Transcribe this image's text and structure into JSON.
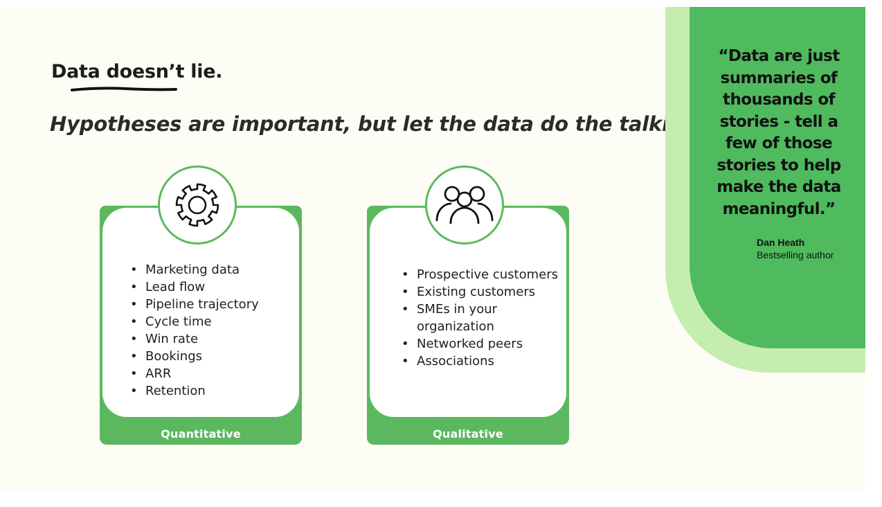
{
  "slide": {
    "title": "Data doesn’t lie.",
    "subtitle": "Hypotheses are important, but let the data do the talking"
  },
  "cards": [
    {
      "icon": "gear-icon",
      "items": [
        "Marketing data",
        "Lead flow",
        "Pipeline trajectory",
        "Cycle time",
        "Win rate",
        "Bookings",
        "ARR",
        "Retention"
      ],
      "label": "Quantitative"
    },
    {
      "icon": "people-group-icon",
      "items": [
        "Prospective customers",
        "Existing customers",
        "SMEs in your organization",
        "Networked peers",
        "Associations"
      ],
      "label": "Qualitative"
    }
  ],
  "quote": {
    "text": "“Data are just summaries of thousands of stories - tell a few of those stories to help make the data meaningful.”",
    "author": "Dan Heath",
    "role": "Bestselling author"
  },
  "colors": {
    "accent_green": "#5cb85e",
    "panel_dark_green": "#4fbb5e",
    "panel_light_green": "#c6edb0",
    "background": "#fdfdf5"
  }
}
